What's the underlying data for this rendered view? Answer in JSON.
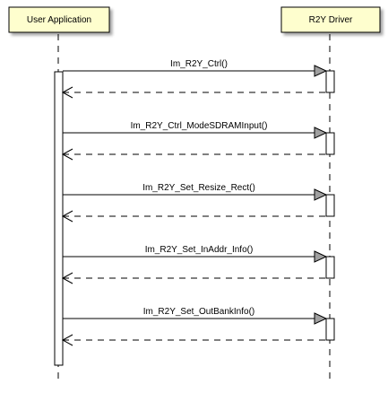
{
  "participants": [
    {
      "name": "User Application"
    },
    {
      "name": "R2Y Driver"
    }
  ],
  "messages": [
    {
      "label": "Im_R2Y_Ctrl()"
    },
    {
      "label": "Im_R2Y_Ctrl_ModeSDRAMInput()"
    },
    {
      "label": "Im_R2Y_Set_Resize_Rect()"
    },
    {
      "label": "Im_R2Y_Set_InAddr_Info()"
    },
    {
      "label": "Im_R2Y_Set_OutBankInfo()"
    }
  ],
  "colors": {
    "participant_fill": "#FEFECE",
    "participant_border": "#000000",
    "arrow_head_fill": "#A0A0A0",
    "activation_fill": "#FFFFFF",
    "line": "#000000"
  }
}
